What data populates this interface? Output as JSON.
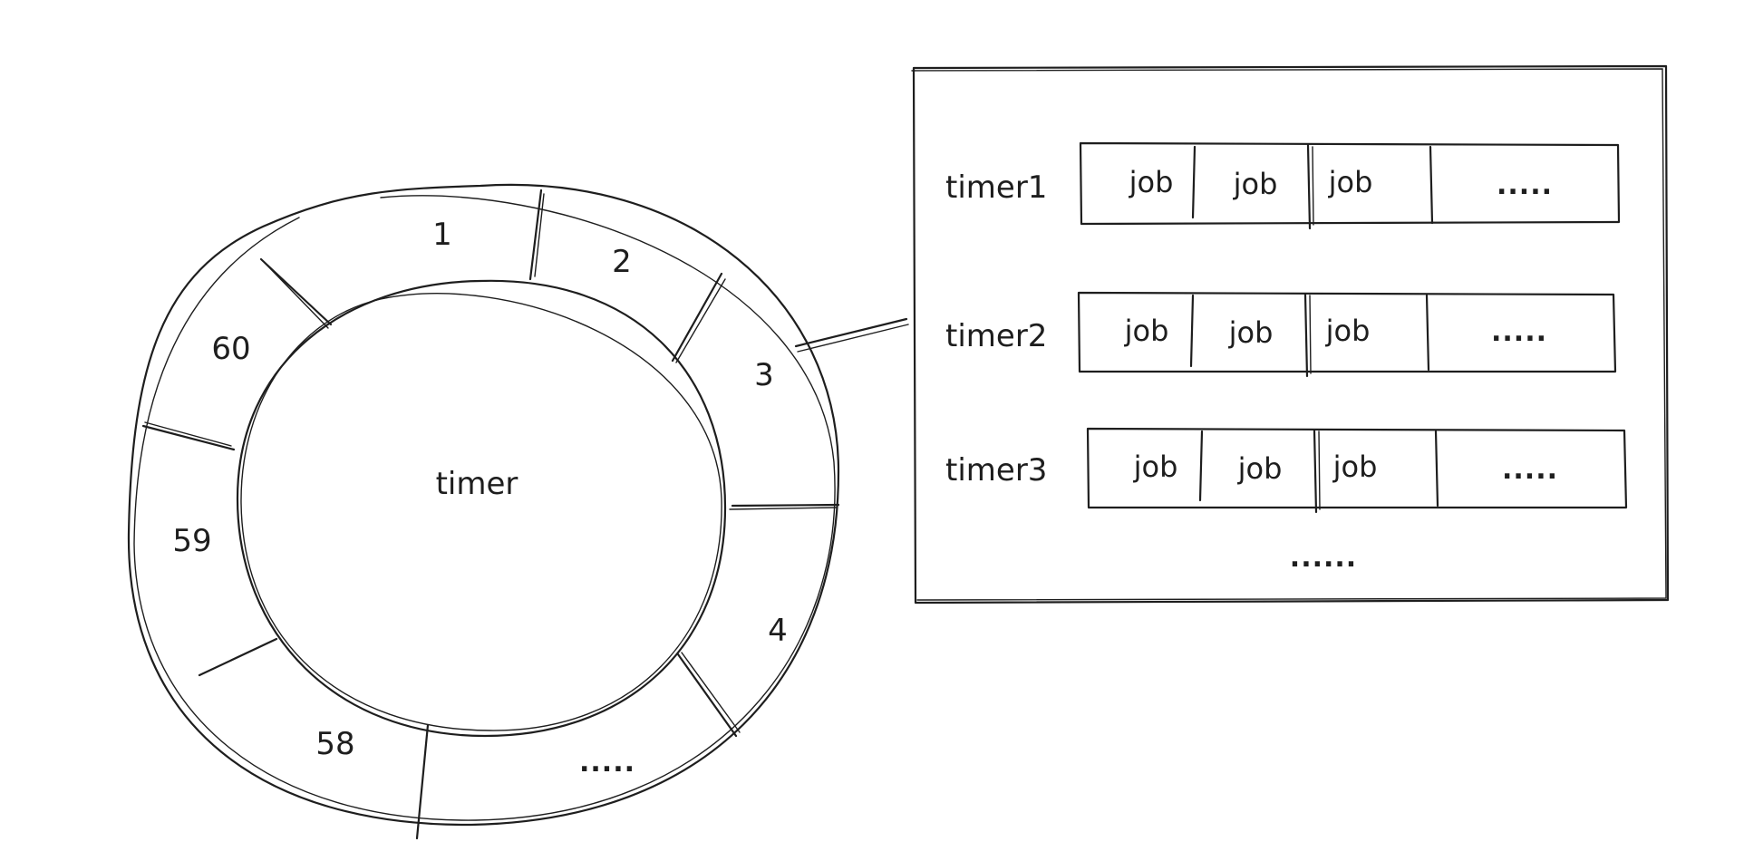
{
  "wheel": {
    "center_label": "timer",
    "slots": [
      {
        "label": "1"
      },
      {
        "label": "2"
      },
      {
        "label": "3"
      },
      {
        "label": "4"
      },
      {
        "label": "....."
      },
      {
        "label": "58"
      },
      {
        "label": "59"
      },
      {
        "label": "60"
      }
    ]
  },
  "panel": {
    "timers": [
      {
        "name": "timer1",
        "jobs": [
          "job",
          "job",
          "job"
        ],
        "more": "....."
      },
      {
        "name": "timer2",
        "jobs": [
          "job",
          "job",
          "job"
        ],
        "more": "....."
      },
      {
        "name": "timer3",
        "jobs": [
          "job",
          "job",
          "job"
        ],
        "more": "....."
      }
    ],
    "more_rows": "......"
  }
}
